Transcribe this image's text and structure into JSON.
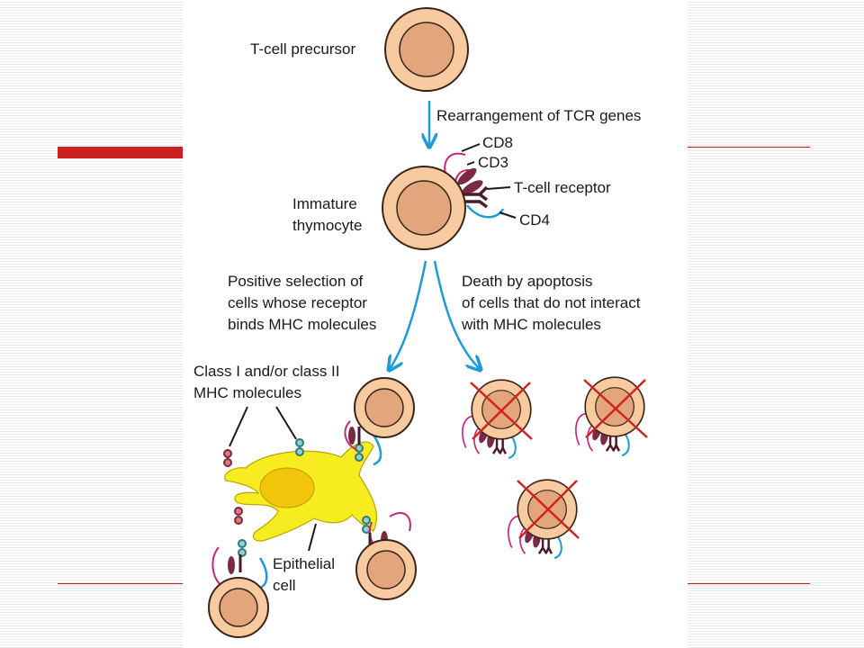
{
  "colors": {
    "accent_red": "#cc1f1f",
    "cell_outer": "#f7caa0",
    "cell_nucleus": "#e3a57c",
    "cell_stroke": "#3a2418",
    "arrow_blue": "#1e9bd7",
    "cd8_magenta": "#c8237a",
    "cd3_maroon": "#7a2a45",
    "tcr_dark": "#4a1a2a",
    "mhc_teal": "#3a9a9a",
    "epithelial_yellow": "#f7ec1f",
    "epithelial_nucleus": "#f2c40a",
    "cross_red": "#d42020"
  },
  "labels": {
    "precursor": "T-cell precursor",
    "rearrangement": "Rearrangement of TCR genes",
    "cd8": "CD8",
    "cd3": "CD3",
    "tcr": "T-cell receptor",
    "cd4": "CD4",
    "immature_line1": "Immature",
    "immature_line2": "thymocyte",
    "positive_line1": "Positive selection of",
    "positive_line2": "cells whose receptor",
    "positive_line3": "binds MHC molecules",
    "death_line1": "Death by apoptosis",
    "death_line2": "of cells that do not interact",
    "death_line3": "with MHC molecules",
    "mhc_line1": "Class I and/or class II",
    "mhc_line2": "MHC molecules",
    "epithelial_line1": "Epithelial",
    "epithelial_line2": "cell"
  }
}
